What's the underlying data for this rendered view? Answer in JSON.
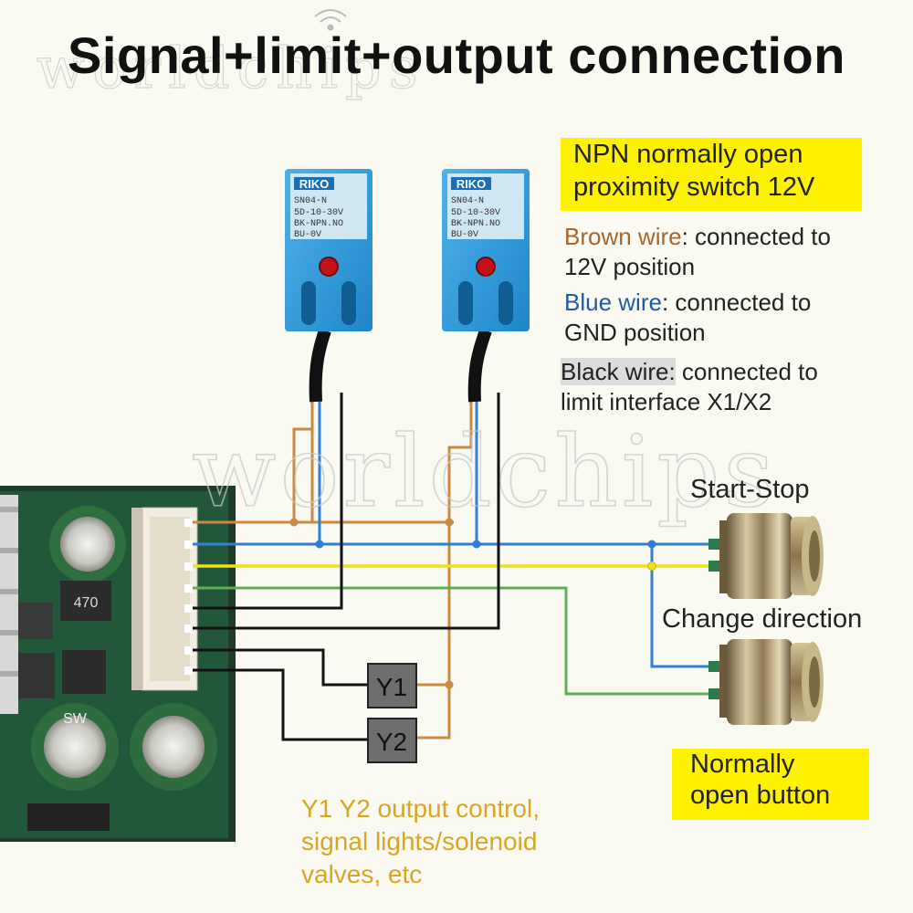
{
  "title": "Signal+limit+output connection",
  "watermark": "worldchips",
  "watermark_top": "worldchips",
  "npn_label": [
    "NPN normally open",
    "proximity switch 12V"
  ],
  "wires": {
    "brown_key": "Brown wire",
    "brown_rest_1": ": connected to",
    "brown_rest_2": "12V position",
    "blue_key": "Blue wire",
    "blue_rest_1": ": connected to",
    "blue_rest_2": "GND position",
    "black_key": "Black wire:",
    "black_rest_1": " connected to",
    "black_rest_2": "limit interface X1/X2"
  },
  "sensor_brand": "RIKO",
  "sensor_text": [
    "SN04-N",
    "5D-10-30V",
    "BK-NPN.NO",
    "BU-0V"
  ],
  "buttons": {
    "start_stop": "Start-Stop",
    "change_direction": "Change direction",
    "normally_open": [
      "Normally",
      "open button"
    ]
  },
  "outputs": {
    "y1": "Y1",
    "y2": "Y2"
  },
  "output_note": [
    "Y1 Y2 output control,",
    "signal lights/solenoid",
    "valves, etc"
  ],
  "board_labels": {
    "inductor": "470",
    "cap": "SW"
  },
  "colors": {
    "brown": "#c98a43",
    "blue": "#2f7fd6",
    "yellow": "#f0e21a",
    "green": "#5fae52",
    "black": "#111111",
    "highlight": "#fff200",
    "note": "#d9a620"
  }
}
